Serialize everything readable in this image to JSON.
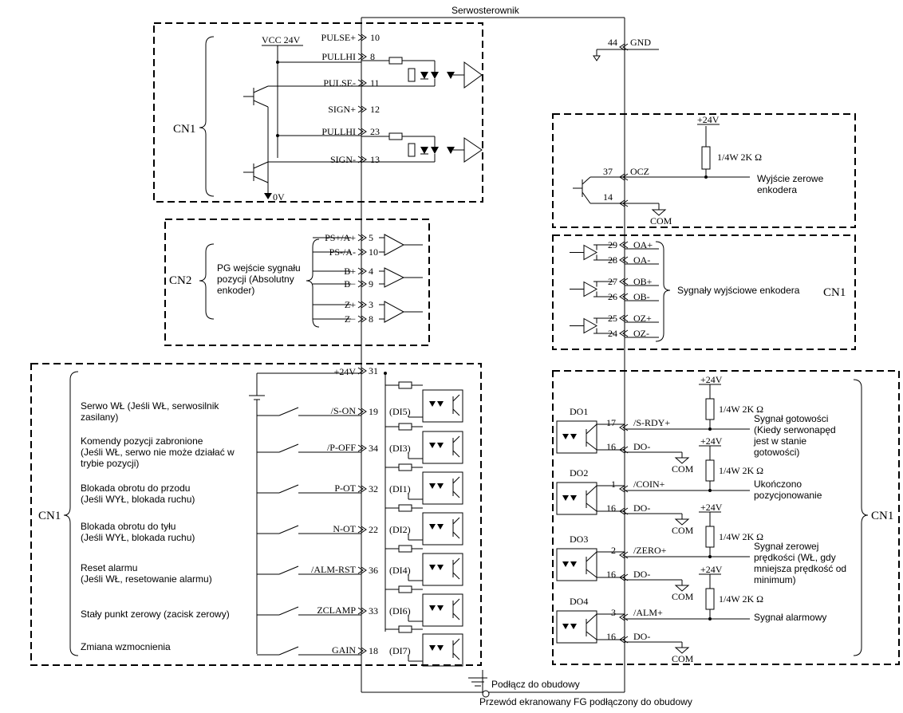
{
  "title": "Serwosterownik",
  "colors": {
    "line": "#000000",
    "background": "#ffffff"
  },
  "pulse_block": {
    "section_label": "CN1",
    "vcc_label": "VCC 24V",
    "zero_v_label": "0V",
    "pins": [
      {
        "label": "PULSE+",
        "num": "10"
      },
      {
        "label": "PULLHI",
        "num": "8"
      },
      {
        "label": "PULSE-",
        "num": "11"
      },
      {
        "label": "SIGN+",
        "num": "12"
      },
      {
        "label": "PULLHI",
        "num": "23"
      },
      {
        "label": "SIGN-",
        "num": "13"
      }
    ]
  },
  "pg_block": {
    "section_label": "CN2",
    "description": [
      "PG wejście sygnału",
      "pozycji (Absolutny",
      "enkoder)"
    ],
    "pins": [
      {
        "label": "PS+/A+",
        "num": "5"
      },
      {
        "label": "PS-/A-",
        "num": "10"
      },
      {
        "label": "B+",
        "num": "4"
      },
      {
        "label": "B−",
        "num": "9"
      },
      {
        "label": "Z+",
        "num": "3"
      },
      {
        "label": "Z−",
        "num": "8"
      }
    ]
  },
  "di_block": {
    "section_label": "CN1",
    "supply": {
      "label": "+24V",
      "num": "31"
    },
    "inputs": [
      {
        "desc": [
          "Serwo WŁ (Jeśli WŁ, serwosilnik",
          "zasilany)"
        ],
        "label": "/S-ON",
        "num": "19",
        "di": "(DI5)"
      },
      {
        "desc": [
          "Komendy pozycji zabronione",
          "(Jeśli WŁ, serwo nie może działać w",
          "trybie pozycji)"
        ],
        "label": "/P-OFF",
        "num": "34",
        "di": "(DI3)"
      },
      {
        "desc": [
          "Blokada obrotu do przodu",
          "(Jeśli WYŁ, blokada ruchu)"
        ],
        "label": "P-OT",
        "num": "32",
        "di": "(DI1)"
      },
      {
        "desc": [
          "Blokada obrotu do tyłu",
          "(Jeśli WYŁ, blokada ruchu)"
        ],
        "label": "N-OT",
        "num": "22",
        "di": "(DI2)"
      },
      {
        "desc": [
          "Reset alarmu",
          "(Jeśli WŁ, resetowanie alarmu)"
        ],
        "label": "/ALM-RST",
        "num": "36",
        "di": "(DI4)"
      },
      {
        "desc": [
          "Stały punkt zerowy (zacisk zerowy)"
        ],
        "label": "ZCLAMP",
        "num": "33",
        "di": "(DI6)"
      },
      {
        "desc": [
          "Zmiana wzmocnienia"
        ],
        "label": "GAIN",
        "num": "18",
        "di": "(DI7)"
      }
    ]
  },
  "gnd": {
    "num": "44",
    "label": "GND"
  },
  "ocz_block": {
    "supply": "+24V",
    "resistor": "1/4W 2K Ω",
    "pin_out": {
      "num": "37",
      "label": "OCZ"
    },
    "pin_com": {
      "num": "14"
    },
    "com_label": "COM",
    "description": [
      "Wyjście zerowe",
      "enkodera"
    ]
  },
  "enc_block": {
    "section_label": "CN1",
    "description": "Sygnały wyjściowe enkodera",
    "pins": [
      {
        "num": "29",
        "label": "OA+"
      },
      {
        "num": "28",
        "label": "OA-"
      },
      {
        "num": "27",
        "label": "OB+"
      },
      {
        "num": "26",
        "label": "OB-"
      },
      {
        "num": "25",
        "label": "OZ+"
      },
      {
        "num": "24",
        "label": "OZ-"
      }
    ]
  },
  "do_block": {
    "section_label": "CN1",
    "supply": "+24V",
    "resistor": "1/4W 2K Ω",
    "com_label": "COM",
    "outputs": [
      {
        "name": "DO1",
        "num": "17",
        "label": "/S-RDY+",
        "com_num": "16",
        "com_pin": "DO-",
        "desc": [
          "Sygnał gotowości",
          "(Kiedy serwonapęd",
          "jest w stanie",
          "gotowości)"
        ]
      },
      {
        "name": "DO2",
        "num": "1",
        "label": "/COIN+",
        "com_num": "16",
        "com_pin": "DO-",
        "desc": [
          "Ukończono",
          "pozycjonowanie"
        ]
      },
      {
        "name": "DO3",
        "num": "2",
        "label": "/ZERO+",
        "com_num": "16",
        "com_pin": "DO-",
        "desc": [
          "Sygnał zerowej",
          "prędkości (WŁ, gdy",
          "mniejsza prędkość od",
          "minimum)"
        ]
      },
      {
        "name": "DO4",
        "num": "3",
        "label": "/ALM+",
        "com_num": "16",
        "com_pin": "DO-",
        "desc": [
          "Sygnał alarmowy"
        ]
      }
    ]
  },
  "footer": {
    "chassis": "Podłącz do obudowy",
    "shield": "Przewód ekranowany FG podłączony do obudowy"
  }
}
